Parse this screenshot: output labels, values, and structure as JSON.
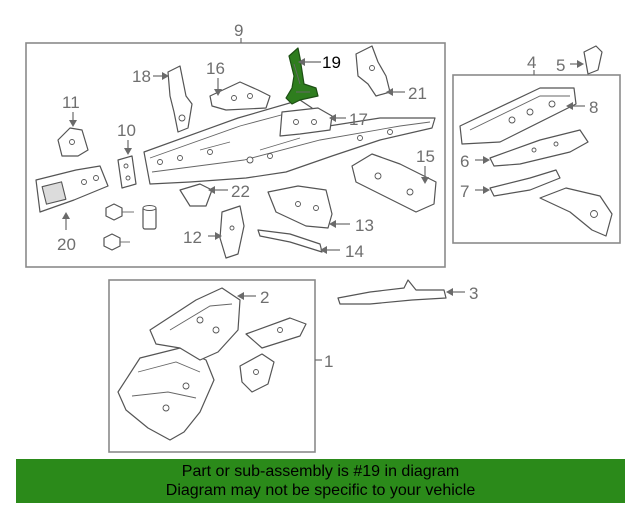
{
  "diagram": {
    "callouts": {
      "c1": "1",
      "c2": "2",
      "c3": "3",
      "c4": "4",
      "c5": "5",
      "c6": "6",
      "c7": "7",
      "c8": "8",
      "c9": "9",
      "c10": "10",
      "c11": "11",
      "c12": "12",
      "c13": "13",
      "c14": "14",
      "c15": "15",
      "c16": "16",
      "c17": "17",
      "c18": "18",
      "c19": "19",
      "c20": "20",
      "c21": "21",
      "c22": "22"
    },
    "highlighted_part": "19",
    "colors": {
      "highlight": "#2e7d1e",
      "banner": "#2b8a1a",
      "frame": "#8a8a8a"
    }
  },
  "banner": {
    "line1": "Part or sub-assembly is #19 in diagram",
    "line2": "Diagram may not be specific to your vehicle"
  }
}
